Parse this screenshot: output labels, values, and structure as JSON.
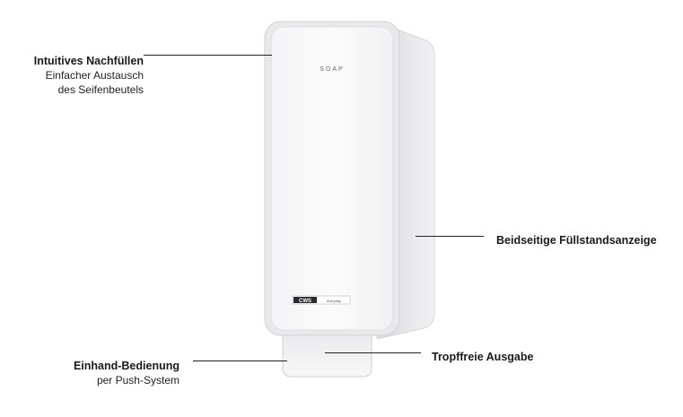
{
  "product": {
    "front_label": "SOAP",
    "brand_logo": "CWS",
    "brand_sub": "everyday"
  },
  "callouts": [
    {
      "title": "Intuitives Nachfüllen",
      "lines": [
        "Einfacher Austausch",
        "des Seifenbeutels"
      ]
    },
    {
      "title": "Beidseitige Füllstandsanzeige",
      "lines": []
    },
    {
      "title": "Tropffreie Ausgabe",
      "lines": []
    },
    {
      "title": "Einhand-Bedienung",
      "lines": [
        "per Push-System"
      ]
    }
  ],
  "colors": {
    "text": "#1a1a1a",
    "product_body": "#f6f6f7",
    "product_edge": "#d9d9dd",
    "leader_line": "#222222"
  }
}
